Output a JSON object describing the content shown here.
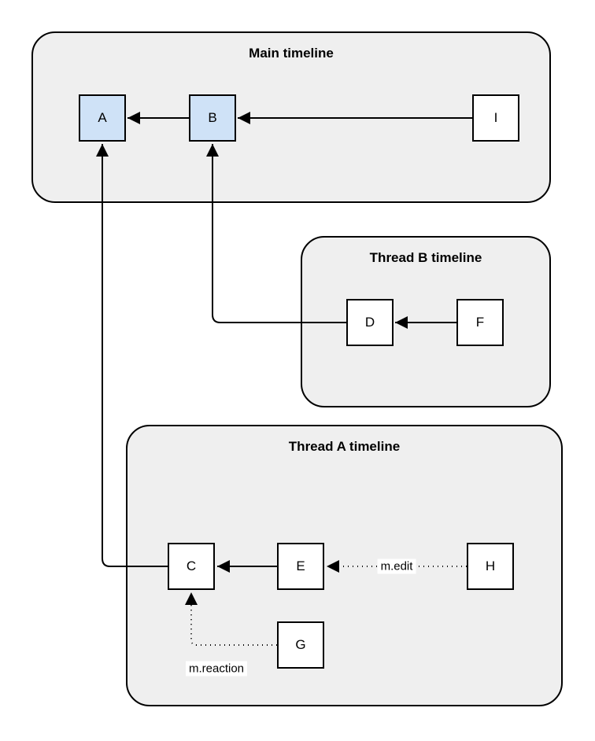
{
  "diagram": {
    "containers": {
      "main": {
        "title": "Main timeline"
      },
      "thread_b": {
        "title": "Thread B timeline"
      },
      "thread_a": {
        "title": "Thread A timeline"
      }
    },
    "nodes": {
      "a": {
        "label": "A",
        "highlighted": true,
        "container": "main"
      },
      "b": {
        "label": "B",
        "highlighted": true,
        "container": "main"
      },
      "i": {
        "label": "I",
        "highlighted": false,
        "container": "main"
      },
      "d": {
        "label": "D",
        "highlighted": false,
        "container": "thread_b"
      },
      "f": {
        "label": "F",
        "highlighted": false,
        "container": "thread_b"
      },
      "c": {
        "label": "C",
        "highlighted": false,
        "container": "thread_a"
      },
      "e": {
        "label": "E",
        "highlighted": false,
        "container": "thread_a"
      },
      "h": {
        "label": "H",
        "highlighted": false,
        "container": "thread_a"
      },
      "g": {
        "label": "G",
        "highlighted": false,
        "container": "thread_a"
      }
    },
    "edges": [
      {
        "from": "I",
        "to": "B",
        "style": "solid",
        "label": ""
      },
      {
        "from": "B",
        "to": "A",
        "style": "solid",
        "label": ""
      },
      {
        "from": "F",
        "to": "D",
        "style": "solid",
        "label": ""
      },
      {
        "from": "D",
        "to": "B",
        "style": "solid",
        "label": ""
      },
      {
        "from": "H",
        "to": "E",
        "style": "dotted",
        "label": "m.edit"
      },
      {
        "from": "E",
        "to": "C",
        "style": "solid",
        "label": ""
      },
      {
        "from": "G",
        "to": "C",
        "style": "dotted",
        "label": "m.reaction"
      }
    ],
    "colors": {
      "container_fill": "#efefef",
      "container_border": "#000000",
      "node_fill": "#ffffff",
      "node_fill_highlight": "#cfe2f7",
      "node_border": "#000000",
      "edge_stroke": "#000000",
      "edge_label_bg": "#ffffff",
      "text": "#000000"
    }
  }
}
